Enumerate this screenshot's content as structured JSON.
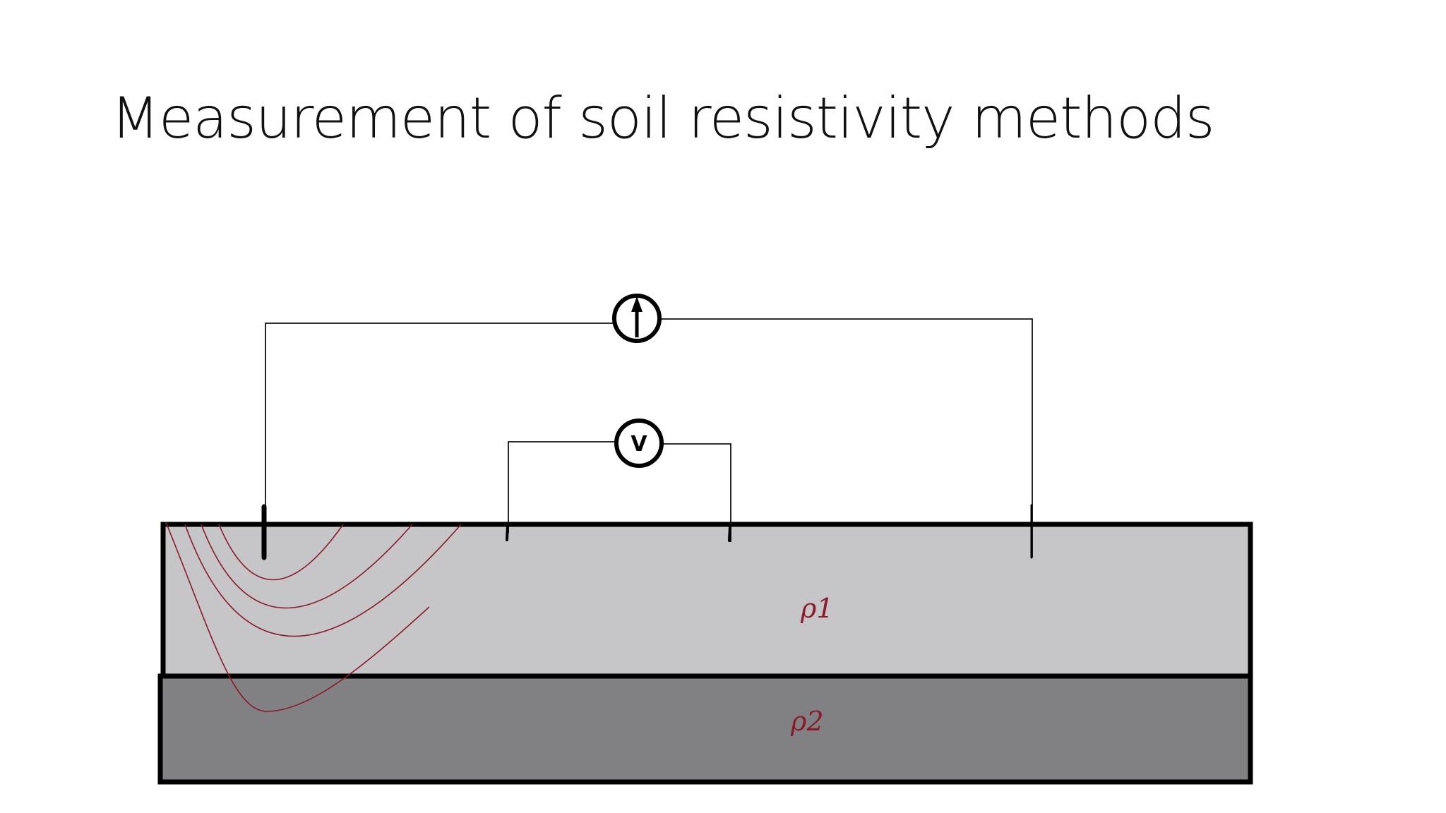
{
  "slide": {
    "title": "Measurement of soil resistivity methods"
  },
  "diagram": {
    "layers": [
      {
        "label": "ρ1",
        "color": "#c6c5c7"
      },
      {
        "label": "ρ2",
        "color": "#818083"
      }
    ],
    "voltmeter_symbol": "V",
    "current_source_icon": "arrow-up-in-circle",
    "current_line_color": "#8b1a2b",
    "label_color": "#8b1a2b",
    "wire_color": "#111111"
  }
}
